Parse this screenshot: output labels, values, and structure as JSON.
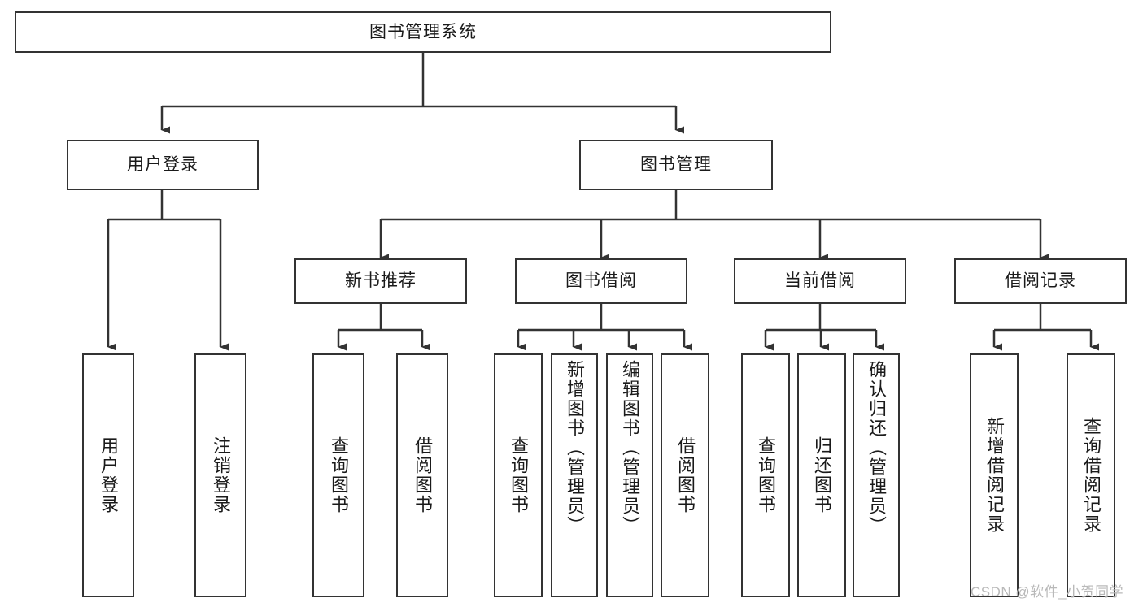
{
  "diagram": {
    "type": "tree-hierarchy",
    "title": "图书管理系统",
    "stroke_color": "#333333",
    "fill_color": "#ffffff",
    "text_color": "#1a1a1a",
    "nodes": {
      "root": {
        "label": "图书管理系统"
      },
      "level2": [
        {
          "id": "user-login",
          "label": "用户登录"
        },
        {
          "id": "book-manage",
          "label": "图书管理"
        }
      ],
      "level3": [
        {
          "id": "new-book-recommend",
          "label": "新书推荐"
        },
        {
          "id": "book-borrow",
          "label": "图书借阅"
        },
        {
          "id": "current-borrow",
          "label": "当前借阅"
        },
        {
          "id": "borrow-record",
          "label": "借阅记录"
        }
      ],
      "leaves": [
        {
          "id": "leaf-user-login",
          "label": "用户登录",
          "parent": "user-login"
        },
        {
          "id": "leaf-logout-login",
          "label": "注销登录",
          "parent": "user-login"
        },
        {
          "id": "leaf-query-book-1",
          "label": "查询图书",
          "parent": "new-book-recommend"
        },
        {
          "id": "leaf-borrow-book-1",
          "label": "借阅图书",
          "parent": "new-book-recommend"
        },
        {
          "id": "leaf-query-book-2",
          "label": "查询图书",
          "parent": "book-borrow"
        },
        {
          "id": "leaf-add-book-admin",
          "label": "新增图书（管理员）",
          "parent": "book-borrow"
        },
        {
          "id": "leaf-edit-book-admin",
          "label": "编辑图书（管理员）",
          "parent": "book-borrow"
        },
        {
          "id": "leaf-borrow-book-2",
          "label": "借阅图书",
          "parent": "book-borrow"
        },
        {
          "id": "leaf-query-book-3",
          "label": "查询图书",
          "parent": "current-borrow"
        },
        {
          "id": "leaf-return-book",
          "label": "归还图书",
          "parent": "current-borrow"
        },
        {
          "id": "leaf-confirm-return-admin",
          "label": "确认归还（管理员）",
          "parent": "current-borrow"
        },
        {
          "id": "leaf-add-borrow-record",
          "label": "新增借阅记录",
          "parent": "borrow-record"
        },
        {
          "id": "leaf-query-borrow-record",
          "label": "查询借阅记录",
          "parent": "borrow-record"
        }
      ]
    }
  },
  "watermark": {
    "text": "CSDN @软件_小贺同学"
  }
}
